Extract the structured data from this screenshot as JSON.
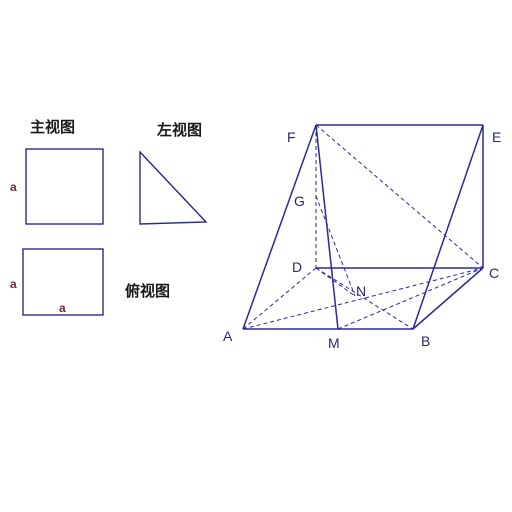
{
  "views": {
    "front_label": "主视图",
    "side_label": "左视图",
    "top_label": "俯视图",
    "front_dim": "a",
    "top_dim_left": "a",
    "top_dim_bottom": "a"
  },
  "points": {
    "A": "A",
    "B": "B",
    "C": "C",
    "D": "D",
    "E": "E",
    "F": "F",
    "G": "G",
    "M": "M",
    "N": "N"
  }
}
